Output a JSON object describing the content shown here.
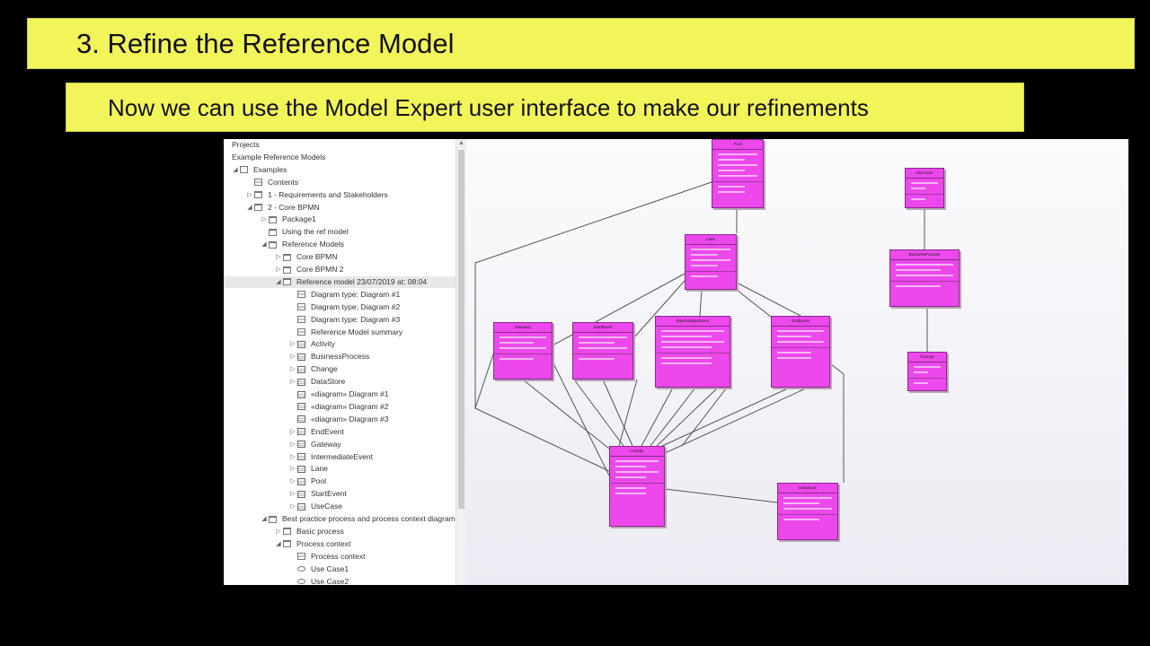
{
  "slide": {
    "title": "3. Refine the Reference Model",
    "subtitle": "Now we can use the Model Expert user interface to make our refinements"
  },
  "browser": {
    "items": [
      {
        "label": "Projects",
        "toggle": "",
        "icon": "none",
        "indent": 0
      },
      {
        "label": "Example Reference Models",
        "toggle": "",
        "icon": "none",
        "indent": 0
      },
      {
        "label": "Examples",
        "toggle": "◢",
        "icon": "package",
        "indent": 1
      },
      {
        "label": "Contents",
        "toggle": "",
        "icon": "diagram",
        "indent": 2
      },
      {
        "label": "1 - Requirements and Stakeholders",
        "toggle": "▷",
        "icon": "folder",
        "indent": 2
      },
      {
        "label": "2 - Core BPMN",
        "toggle": "◢",
        "icon": "folder",
        "indent": 2
      },
      {
        "label": "Package1",
        "toggle": "▷",
        "icon": "folder",
        "indent": 3
      },
      {
        "label": "Using the ref model",
        "toggle": "",
        "icon": "folder",
        "indent": 3
      },
      {
        "label": "Reference Models",
        "toggle": "◢",
        "icon": "folder",
        "indent": 3
      },
      {
        "label": "Core BPMN",
        "toggle": "▷",
        "icon": "folder",
        "indent": 4
      },
      {
        "label": "Core BPMN 2",
        "toggle": "▷",
        "icon": "folder",
        "indent": 4
      },
      {
        "label": "Reference model 23/07/2019 at: 08:04",
        "toggle": "◢",
        "icon": "folder",
        "indent": 4,
        "selected": true
      },
      {
        "label": "Diagram type: Diagram #1",
        "toggle": "",
        "icon": "diagram",
        "indent": 5
      },
      {
        "label": "Diagram type: Diagram #2",
        "toggle": "",
        "icon": "diagram",
        "indent": 5
      },
      {
        "label": "Diagram type: Diagram #3",
        "toggle": "",
        "icon": "diagram",
        "indent": 5
      },
      {
        "label": "Reference Model summary",
        "toggle": "",
        "icon": "diagram",
        "indent": 5
      },
      {
        "label": "Activity",
        "toggle": "▷",
        "icon": "class",
        "indent": 5
      },
      {
        "label": "BusinessProcess",
        "toggle": "▷",
        "icon": "class",
        "indent": 5
      },
      {
        "label": "Change",
        "toggle": "▷",
        "icon": "class",
        "indent": 5
      },
      {
        "label": "DataStore",
        "toggle": "▷",
        "icon": "class",
        "indent": 5
      },
      {
        "label": "«diagram» Diagram #1",
        "toggle": "",
        "icon": "class",
        "indent": 5
      },
      {
        "label": "«diagram» Diagram #2",
        "toggle": "",
        "icon": "class",
        "indent": 5
      },
      {
        "label": "«diagram» Diagram #3",
        "toggle": "",
        "icon": "class",
        "indent": 5
      },
      {
        "label": "EndEvent",
        "toggle": "▷",
        "icon": "class",
        "indent": 5
      },
      {
        "label": "Gateway",
        "toggle": "▷",
        "icon": "class",
        "indent": 5
      },
      {
        "label": "IntermediateEvent",
        "toggle": "▷",
        "icon": "class",
        "indent": 5
      },
      {
        "label": "Lane",
        "toggle": "▷",
        "icon": "class",
        "indent": 5
      },
      {
        "label": "Pool",
        "toggle": "▷",
        "icon": "class",
        "indent": 5
      },
      {
        "label": "StartEvent",
        "toggle": "▷",
        "icon": "class",
        "indent": 5
      },
      {
        "label": "UseCase",
        "toggle": "▷",
        "icon": "class",
        "indent": 5
      },
      {
        "label": "Best practice process and process context diagrams",
        "toggle": "◢",
        "icon": "folder",
        "indent": 3
      },
      {
        "label": "Basic process",
        "toggle": "▷",
        "icon": "folder",
        "indent": 4
      },
      {
        "label": "Process context",
        "toggle": "◢",
        "icon": "folder",
        "indent": 4
      },
      {
        "label": "Process context",
        "toggle": "",
        "icon": "diagram",
        "indent": 5
      },
      {
        "label": "Use Case1",
        "toggle": "",
        "icon": "usecase",
        "indent": 5
      },
      {
        "label": "Use Case2",
        "toggle": "",
        "icon": "usecase",
        "indent": 5
      }
    ]
  },
  "diagram": {
    "nodes": [
      {
        "name": "Pool",
        "attrs": 5,
        "ops": 2
      },
      {
        "name": "Lane",
        "attrs": 4,
        "ops": 1
      },
      {
        "name": "Gateway",
        "attrs": 3,
        "ops": 1
      },
      {
        "name": "StartEvent",
        "attrs": 3,
        "ops": 1
      },
      {
        "name": "IntermediateEvent",
        "attrs": 4,
        "ops": 2
      },
      {
        "name": "EndEvent",
        "attrs": 3,
        "ops": 2
      },
      {
        "name": "Activity",
        "attrs": 4,
        "ops": 2
      },
      {
        "name": "DataStore",
        "attrs": 3,
        "ops": 1
      },
      {
        "name": "UseCase",
        "attrs": 2,
        "ops": 1
      },
      {
        "name": "BusinessProcess",
        "attrs": 3,
        "ops": 1
      },
      {
        "name": "Change",
        "attrs": 2,
        "ops": 1
      }
    ],
    "colors": {
      "node_fill": "#ec48ec",
      "node_border": "#8a2a8a",
      "line": "#555555"
    }
  }
}
